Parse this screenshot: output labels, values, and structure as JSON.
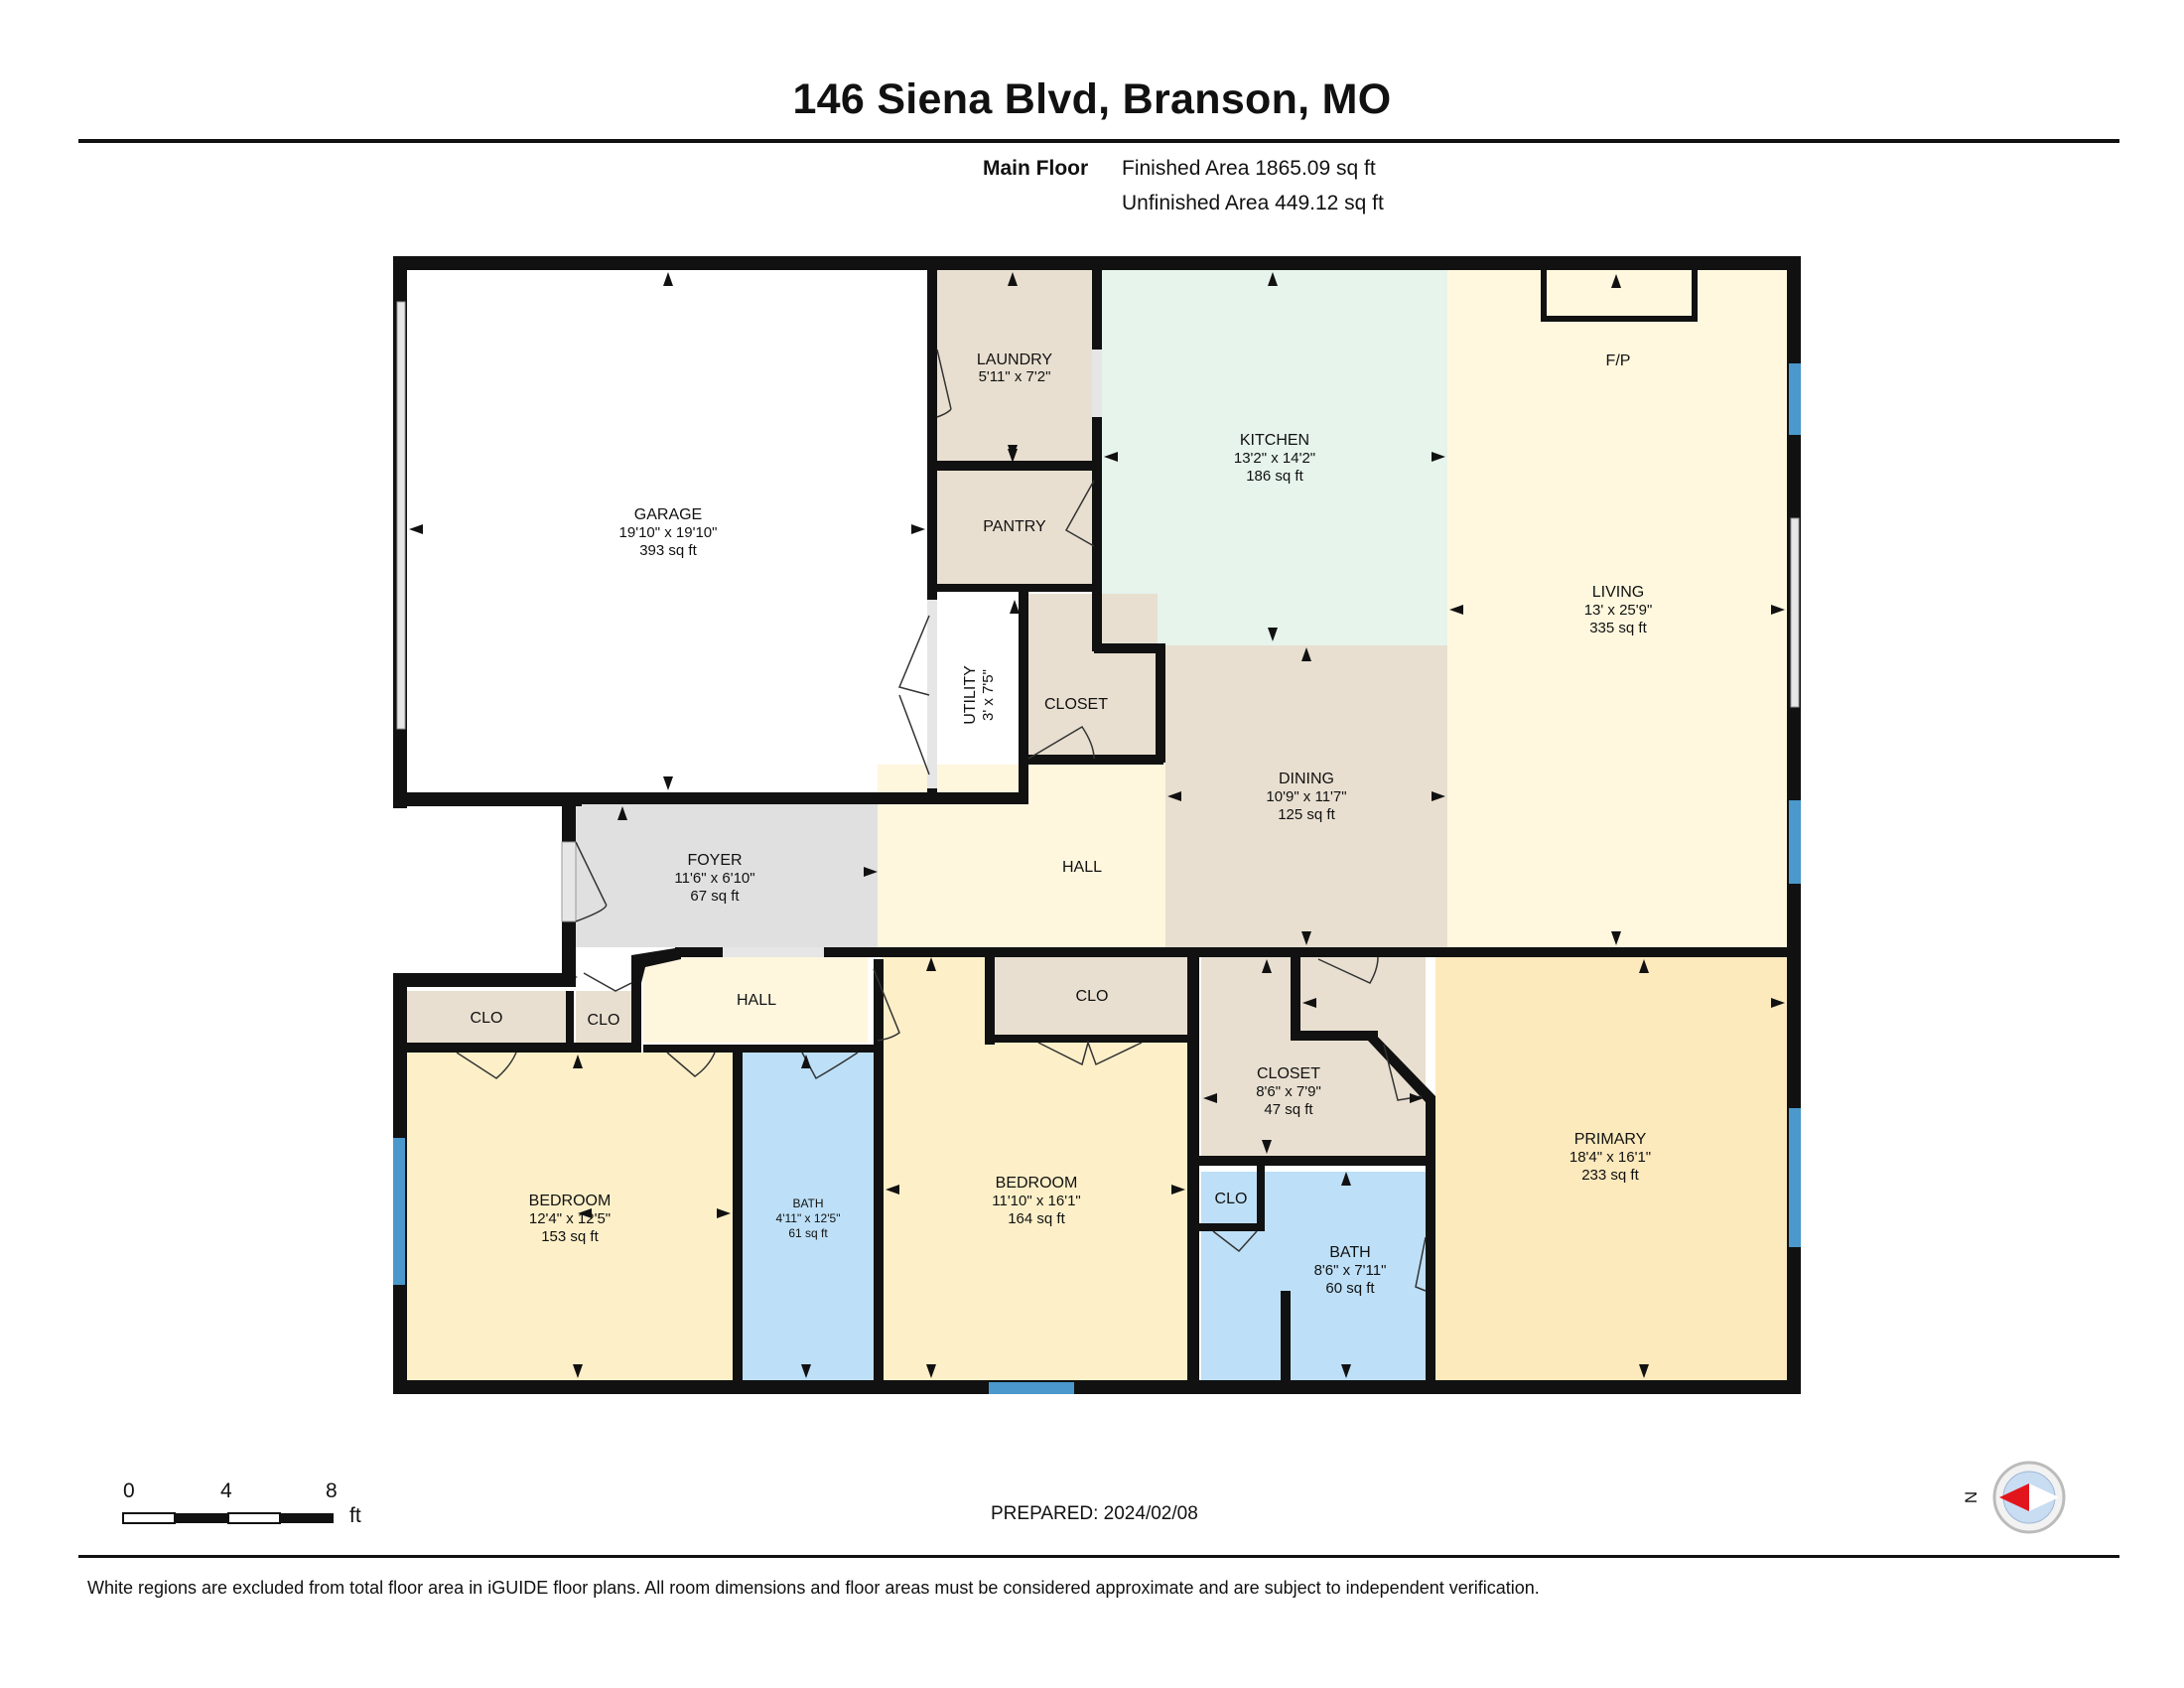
{
  "header": {
    "address": "146 Siena Blvd, Branson, MO",
    "floor_label": "Main Floor",
    "finished_area": "Finished Area 1865.09 sq ft",
    "unfinished_area": "Unfinished Area 449.12 sq ft"
  },
  "rooms": {
    "garage": {
      "name": "GARAGE",
      "dims": "19'10\" x 19'10\"",
      "area": "393 sq ft"
    },
    "laundry": {
      "name": "LAUNDRY",
      "dims": "5'11\" x 7'2\""
    },
    "pantry": {
      "name": "PANTRY"
    },
    "kitchen": {
      "name": "KITCHEN",
      "dims": "13'2\" x 14'2\"",
      "area": "186 sq ft"
    },
    "fireplace": {
      "name": "F/P"
    },
    "living": {
      "name": "LIVING",
      "dims": "13' x 25'9\"",
      "area": "335 sq ft"
    },
    "utility": {
      "name": "UTILITY",
      "dims": "3' x 7'5\""
    },
    "closet_hall": {
      "name": "CLOSET"
    },
    "dining": {
      "name": "DINING",
      "dims": "10'9\" x 11'7\"",
      "area": "125 sq ft"
    },
    "foyer": {
      "name": "FOYER",
      "dims": "11'6\" x 6'10\"",
      "area": "67 sq ft"
    },
    "hall_main": {
      "name": "HALL"
    },
    "hall_small": {
      "name": "HALL"
    },
    "clo_left": {
      "name": "CLO"
    },
    "clo_small": {
      "name": "CLO"
    },
    "clo_mid": {
      "name": "CLO"
    },
    "clo_bath": {
      "name": "CLO"
    },
    "bedroom_left": {
      "name": "BEDROOM",
      "dims": "12'4\" x 12'5\"",
      "area": "153 sq ft"
    },
    "bath_mid": {
      "name": "BATH",
      "dims": "4'11\" x 12'5\"",
      "area": "61 sq ft"
    },
    "bedroom_mid": {
      "name": "BEDROOM",
      "dims": "11'10\" x 16'1\"",
      "area": "164 sq ft"
    },
    "closet_primary": {
      "name": "CLOSET",
      "dims": "8'6\" x 7'9\"",
      "area": "47 sq ft"
    },
    "bath_primary": {
      "name": "BATH",
      "dims": "8'6\" x 7'11\"",
      "area": "60 sq ft"
    },
    "primary": {
      "name": "PRIMARY",
      "dims": "18'4\" x 16'1\"",
      "area": "233 sq ft"
    }
  },
  "colors": {
    "wall": "#111111",
    "garage": "#ffffff",
    "kitchen": "#e6f4ec",
    "living": "#fff8de",
    "dining": "#e8dfd0",
    "foyer": "#e0e0e0",
    "hall": "#fff6de",
    "bedroom": "#fdf0c8",
    "bath": "#bde0f8",
    "closet": "#e8dfd0",
    "primary": "#fce9bc",
    "window": "#4a98cc"
  },
  "scale": {
    "tick_0": "0",
    "tick_4": "4",
    "tick_8": "8",
    "unit": "ft"
  },
  "compass": {
    "label": "N"
  },
  "footer": {
    "prepared": "PREPARED: 2024/02/08",
    "disclaimer": "White regions are excluded from total floor area in iGUIDE floor plans. All room dimensions and floor areas must be considered approximate and are subject to independent verification."
  }
}
